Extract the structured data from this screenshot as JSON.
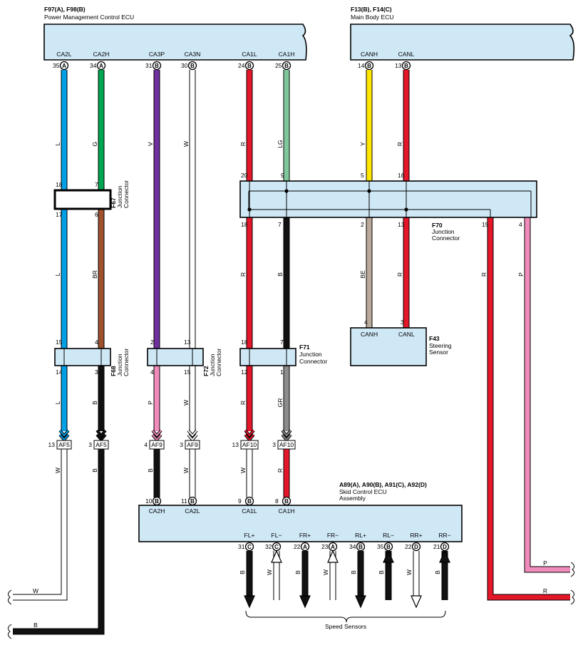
{
  "ecu_pm": {
    "ref": "F97(A), F98(B)",
    "name": "Power Management Control ECU",
    "pins": [
      {
        "label": "CA2L",
        "num": "35",
        "conn": "A"
      },
      {
        "label": "CA2H",
        "num": "34",
        "conn": "A"
      },
      {
        "label": "CA3P",
        "num": "31",
        "conn": "B"
      },
      {
        "label": "CA3N",
        "num": "30",
        "conn": "B"
      },
      {
        "label": "CA1L",
        "num": "24",
        "conn": "B"
      },
      {
        "label": "CA1H",
        "num": "25",
        "conn": "B"
      }
    ]
  },
  "ecu_mb": {
    "ref": "F13(B), F14(C)",
    "name": "Main Body ECU",
    "pins": [
      {
        "label": "CANH",
        "num": "14",
        "conn": "B"
      },
      {
        "label": "CANL",
        "num": "13",
        "conn": "B"
      }
    ]
  },
  "wires_top": [
    "L",
    "G",
    "V",
    "W",
    "R",
    "LG",
    "Y",
    "R"
  ],
  "f67": {
    "ref": "F67",
    "name1": "Junction",
    "name2": "Connector",
    "pin_tl": "18",
    "pin_tr": "7",
    "pin_bl": "17",
    "pin_br": "6"
  },
  "f70": {
    "ref": "F70",
    "name1": "Junction",
    "name2": "Connector",
    "top_pins": [
      "20",
      "9",
      "5",
      "16"
    ],
    "bottom_pins": [
      "18",
      "7",
      "2",
      "13",
      "15",
      "4"
    ]
  },
  "wires_mid": [
    "L",
    "BR",
    "R",
    "B",
    "BE",
    "R",
    "R",
    "P"
  ],
  "f43": {
    "ref": "F43",
    "name1": "Steering",
    "name2": "Sensor",
    "pin1": "4",
    "pin2": "3",
    "label1": "CANH",
    "label2": "CANL"
  },
  "f68": {
    "ref": "F68",
    "name1": "Junction",
    "name2": "Connector",
    "pin_tl": "15",
    "pin_tr": "4",
    "pin_bl": "14",
    "pin_br": "3"
  },
  "f72": {
    "ref": "F72",
    "name1": "Junction",
    "name2": "Connector",
    "pin_tl": "2",
    "pin_tr": "13",
    "pin_bl": "4",
    "pin_br": "15"
  },
  "f71": {
    "ref": "F71",
    "name1": "Junction",
    "name2": "Connector",
    "pin_tl": "18",
    "pin_tr": "7",
    "pin_bl": "12",
    "pin_br": "1"
  },
  "wires_low": [
    "L",
    "B",
    "P",
    "W",
    "R",
    "GR"
  ],
  "af_conns": [
    {
      "num": "13",
      "name": "AF5"
    },
    {
      "num": "3",
      "name": "AF5"
    },
    {
      "num": "4",
      "name": "AF9"
    },
    {
      "num": "3",
      "name": "AF9"
    },
    {
      "num": "13",
      "name": "AF10"
    },
    {
      "num": "3",
      "name": "AF10"
    }
  ],
  "wires_af": [
    "W",
    "B",
    "B",
    "W",
    "W",
    "R"
  ],
  "skid": {
    "ref": "A89(A), A90(B), A91(C), A92(D)",
    "name1": "Skid Control ECU",
    "name2": "Assembly",
    "top_pins": [
      {
        "num": "10",
        "conn": "B",
        "label": "CA2H"
      },
      {
        "num": "11",
        "conn": "B",
        "label": "CA2L"
      },
      {
        "num": "9",
        "conn": "B",
        "label": "CA1L"
      },
      {
        "num": "8",
        "conn": "B",
        "label": "CA1H"
      }
    ],
    "bottom_pins": [
      {
        "label": "FL+",
        "num": "31",
        "conn": "C",
        "wire": "B"
      },
      {
        "label": "FL−",
        "num": "32",
        "conn": "C",
        "wire": "W"
      },
      {
        "label": "FR+",
        "num": "22",
        "conn": "A",
        "wire": "B"
      },
      {
        "label": "FR−",
        "num": "23",
        "conn": "A",
        "wire": "W"
      },
      {
        "label": "RL+",
        "num": "34",
        "conn": "B",
        "wire": "B"
      },
      {
        "label": "RL−",
        "num": "35",
        "conn": "B",
        "wire": "B"
      },
      {
        "label": "RR+",
        "num": "22",
        "conn": "D",
        "wire": "W"
      },
      {
        "label": "RR−",
        "num": "21",
        "conn": "D",
        "wire": "B"
      }
    ]
  },
  "speed_sensors": "Speed Sensors",
  "ext_wires": {
    "w": "W",
    "b": "B",
    "p": "P",
    "r": "R"
  },
  "colors": {
    "L": "#00a0e6",
    "G": "#00a651",
    "V": "#7030a0",
    "W": "#ffffff",
    "R": "#e3162a",
    "LG": "#80c89c",
    "Y": "#ffe600",
    "BR": "#a0522d",
    "B": "#111111",
    "BE": "#b9a99a",
    "P": "#f08cbc",
    "GR": "#8c8c8c",
    "box": "#cfe8f6"
  }
}
